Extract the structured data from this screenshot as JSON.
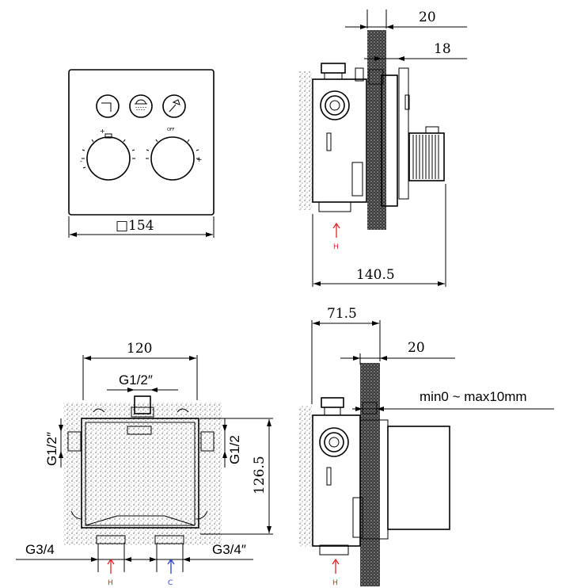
{
  "panel": {
    "size_label": "□154"
  },
  "side_top": {
    "dim_wall": "20",
    "dim_plate": "18",
    "dim_depth": "140.5",
    "inlet": "H"
  },
  "front_bottom": {
    "dim_width": "120",
    "dim_height": "126.5",
    "top_conn": "G1/2″",
    "left_conn": "G1/2″",
    "right_conn": "G1/2",
    "bottom_left": "G3/4",
    "bottom_right": "G3/4″",
    "inlet_hot": "H",
    "inlet_cold": "C"
  },
  "side_bottom": {
    "dim_depth": "71.5",
    "dim_wall": "20",
    "dim_range": "min0 ~ max10mm",
    "inlet": "H"
  },
  "colors": {
    "hot": "#e0262b",
    "cold": "#2a3fd1",
    "line": "#000000"
  }
}
